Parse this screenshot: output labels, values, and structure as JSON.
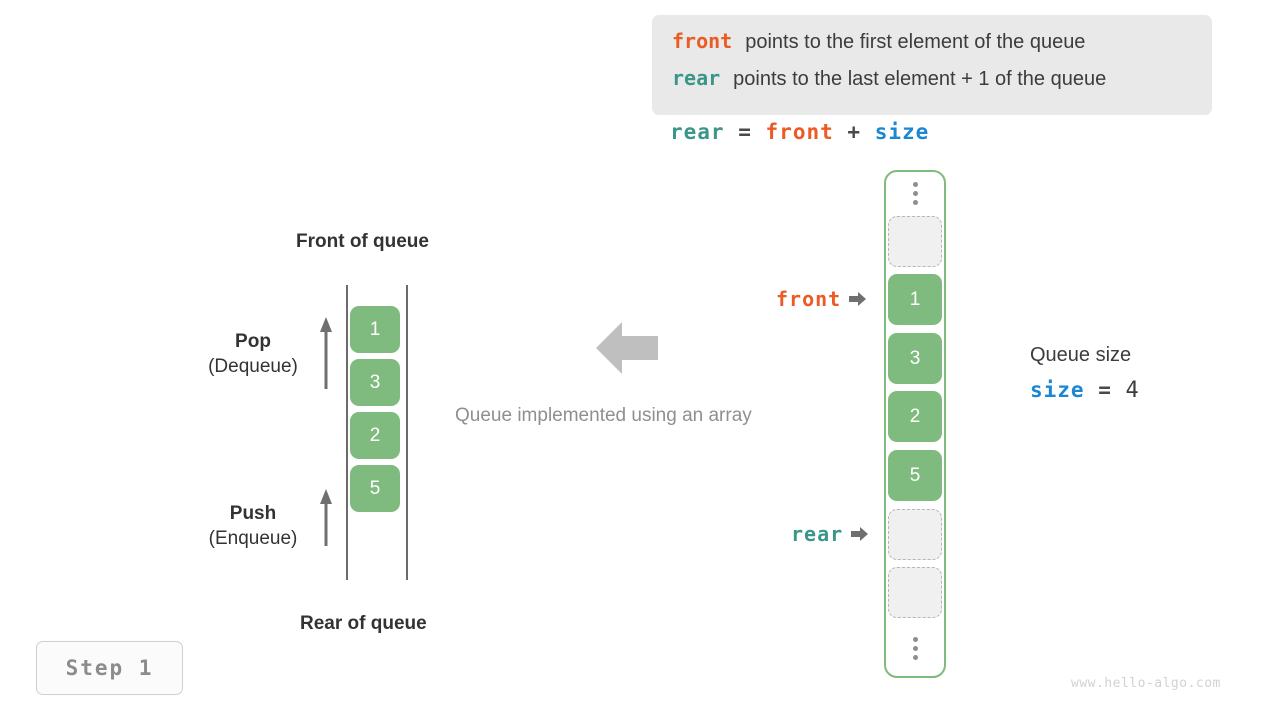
{
  "legend": {
    "lines": [
      {
        "key": "front",
        "key_color": "#ec5b23",
        "text": "points to the first element of the queue"
      },
      {
        "key": "rear",
        "key_color": "#3a9688",
        "text": "points to the last element + 1 of the queue"
      }
    ]
  },
  "formula": {
    "lhs": "rear",
    "eq": "=",
    "rhs1": "front",
    "plus": "+",
    "rhs2": "size"
  },
  "linked_queue": {
    "front_label": "Front of queue",
    "rear_label": "Rear of queue",
    "pop": {
      "name": "Pop",
      "sub": "(Dequeue)"
    },
    "push": {
      "name": "Push",
      "sub": "(Enqueue)"
    },
    "cells": [
      "1",
      "3",
      "2",
      "5"
    ]
  },
  "center": {
    "caption": "Queue implemented using an array",
    "arrow": "left-arrow-icon"
  },
  "array_queue": {
    "slots": [
      {
        "type": "dots"
      },
      {
        "type": "empty",
        "value": ""
      },
      {
        "type": "filled",
        "value": "1"
      },
      {
        "type": "filled",
        "value": "3"
      },
      {
        "type": "filled",
        "value": "2"
      },
      {
        "type": "filled",
        "value": "5"
      },
      {
        "type": "empty",
        "value": ""
      },
      {
        "type": "empty",
        "value": ""
      },
      {
        "type": "dots"
      }
    ],
    "front_pointer": "front",
    "rear_pointer": "rear"
  },
  "queue_size": {
    "title": "Queue size",
    "var": "size",
    "eq": "=",
    "value": "4"
  },
  "step_badge": "Step 1",
  "watermark": "www.hello-algo.com",
  "colors": {
    "front": "#ec5b23",
    "rear": "#3a9688",
    "size": "#1b87d2",
    "cell_green": "#7fbb7f",
    "legend_bg": "#e9e9e9",
    "muted": "#8f8f8f"
  }
}
